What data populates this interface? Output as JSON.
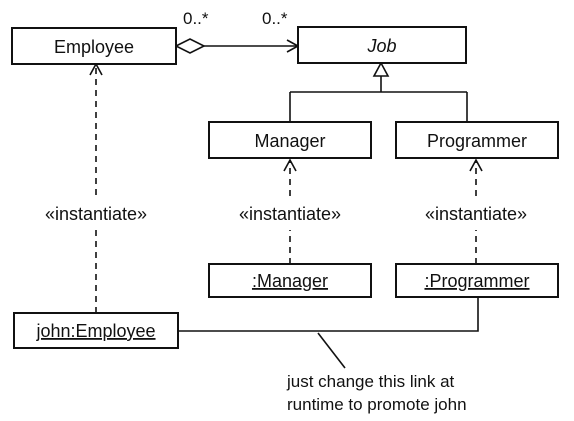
{
  "classes": {
    "employee": "Employee",
    "job": "Job",
    "manager": "Manager",
    "programmer": "Programmer"
  },
  "instances": {
    "john": "john:Employee",
    "manager": ":Manager",
    "programmer": ":Programmer"
  },
  "stereotypes": {
    "left": "«instantiate»",
    "middle": "«instantiate»",
    "right": "«instantiate»"
  },
  "multiplicity": {
    "source": "0..*",
    "target": "0..*"
  },
  "note": {
    "line1": "just change this link at",
    "line2": "runtime to promote john"
  },
  "colors": {
    "stroke": "#111111",
    "background": "#ffffff"
  }
}
